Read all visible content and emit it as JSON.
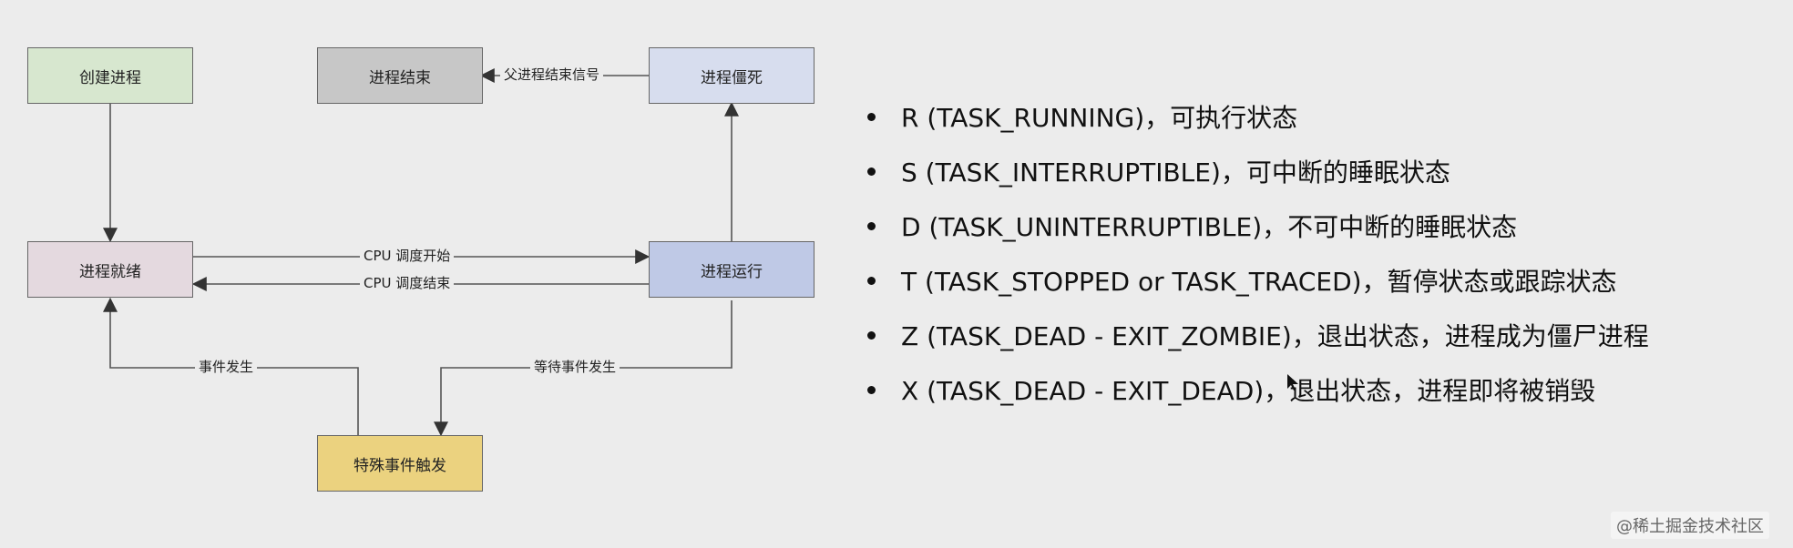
{
  "diagram": {
    "nodes": {
      "create": {
        "label": "创建进程",
        "color": "#d7e7cf"
      },
      "exit": {
        "label": "进程结束",
        "color": "#c7c7c7"
      },
      "zombie": {
        "label": "进程僵死",
        "color": "#d7ddee"
      },
      "ready": {
        "label": "进程就绪",
        "color": "#e4d9df"
      },
      "running": {
        "label": "进程运行",
        "color": "#bfc9e6"
      },
      "event": {
        "label": "特殊事件触发",
        "color": "#ebd27f"
      }
    },
    "edges": {
      "parent_signal": "父进程结束信号",
      "cpu_start": "CPU 调度开始",
      "cpu_end": "CPU 调度结束",
      "event_happen": "事件发生",
      "wait_event": "等待事件发生"
    }
  },
  "list": {
    "items": [
      "R (TASK_RUNNING)，可执行状态",
      "S (TASK_INTERRUPTIBLE)，可中断的睡眠状态",
      "D (TASK_UNINTERRUPTIBLE)，不可中断的睡眠状态",
      "T (TASK_STOPPED or TASK_TRACED)，暂停状态或跟踪状态",
      "Z (TASK_DEAD - EXIT_ZOMBIE)，退出状态，进程成为僵尸进程",
      "X (TASK_DEAD - EXIT_DEAD)，退出状态，进程即将被销毁"
    ]
  },
  "watermark": {
    "text": "@稀土掘金技术社区"
  }
}
